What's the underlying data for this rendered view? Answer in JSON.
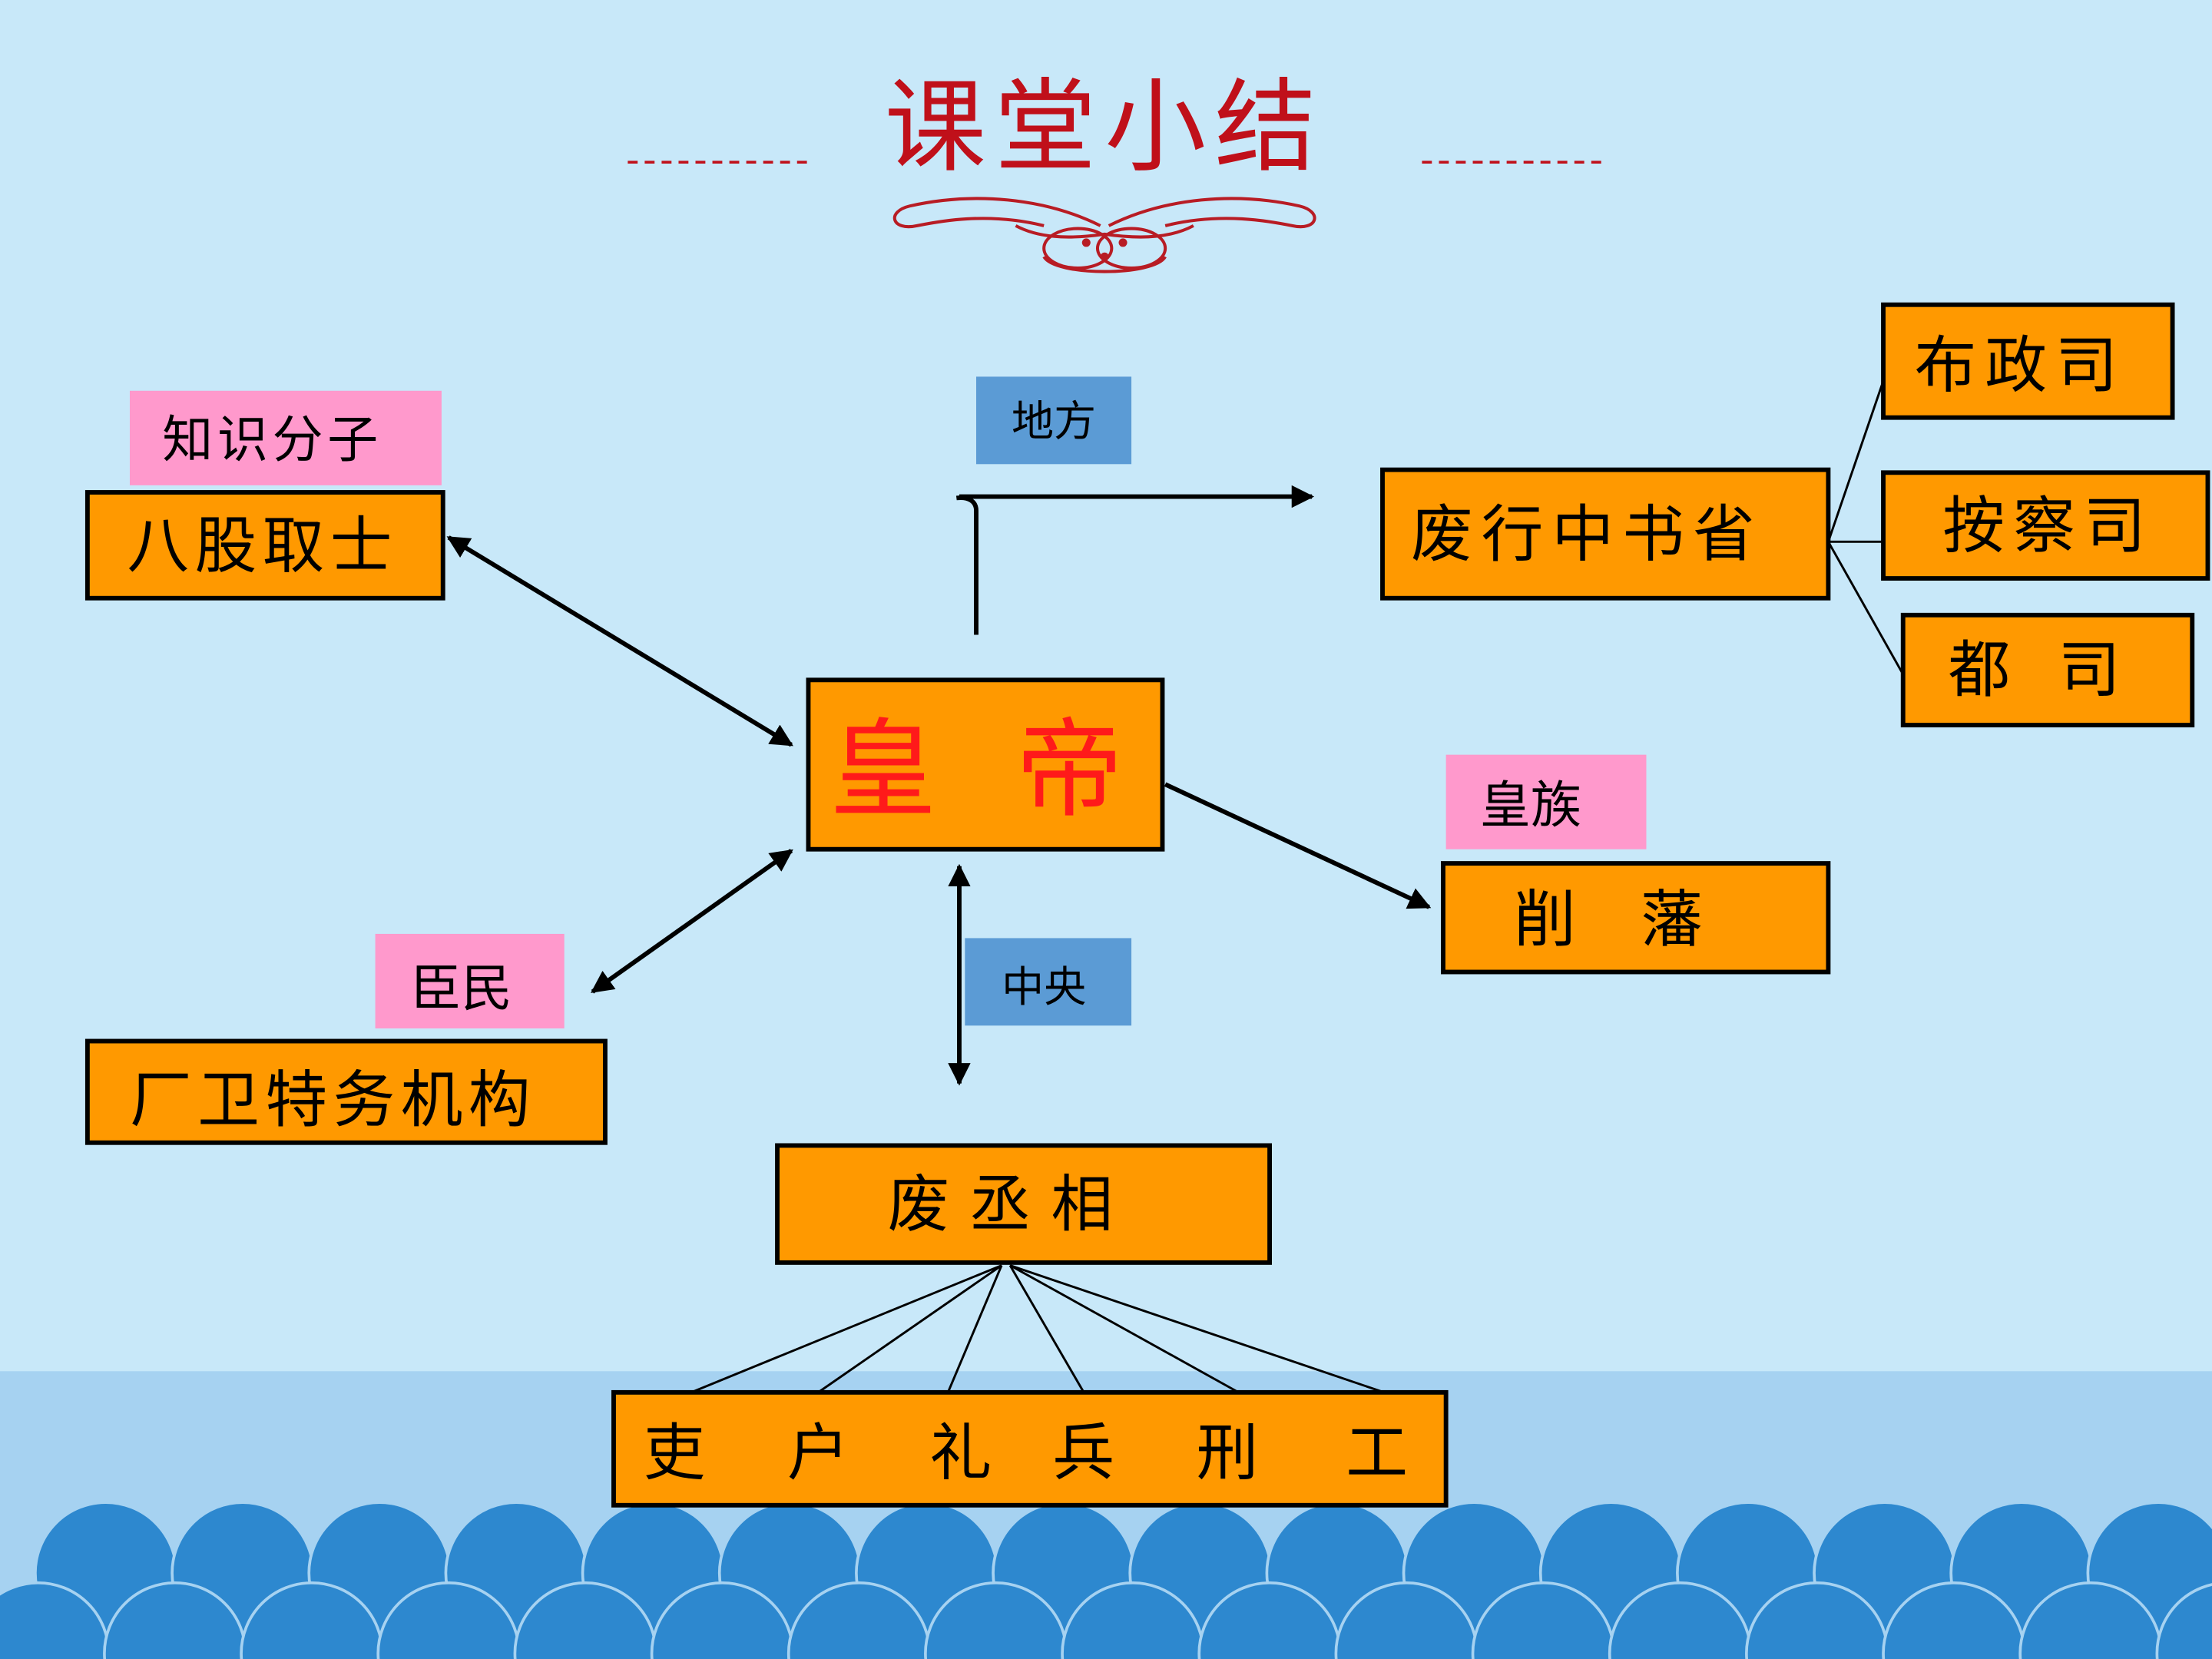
{
  "title": "课堂小结",
  "labels": {
    "intellectuals": "知识分子",
    "local": "地方",
    "royal_clan": "皇族",
    "subjects": "臣民",
    "central": "中央"
  },
  "boxes": {
    "eight_legged": "八股取士",
    "abolish_secretariat": "废行中书省",
    "buzhengsi": "布政司",
    "anchasi": "按察司",
    "dusi": "都 司",
    "emperor": "皇 帝",
    "xuefan": "削 藩",
    "changwei": "厂卫特务机构",
    "abolish_chancellor": "废丞相"
  },
  "ministries": [
    "吏",
    "户",
    "礼",
    "兵",
    "刑",
    "工"
  ],
  "colors": {
    "background": "#c8e8f9",
    "box_fill": "#ff9900",
    "pink_tag": "#ff99cc",
    "blue_tag": "#5b9bd5",
    "title": "#c0101a",
    "emperor_text": "#ff1a1a",
    "wave": "#2d88cf"
  }
}
